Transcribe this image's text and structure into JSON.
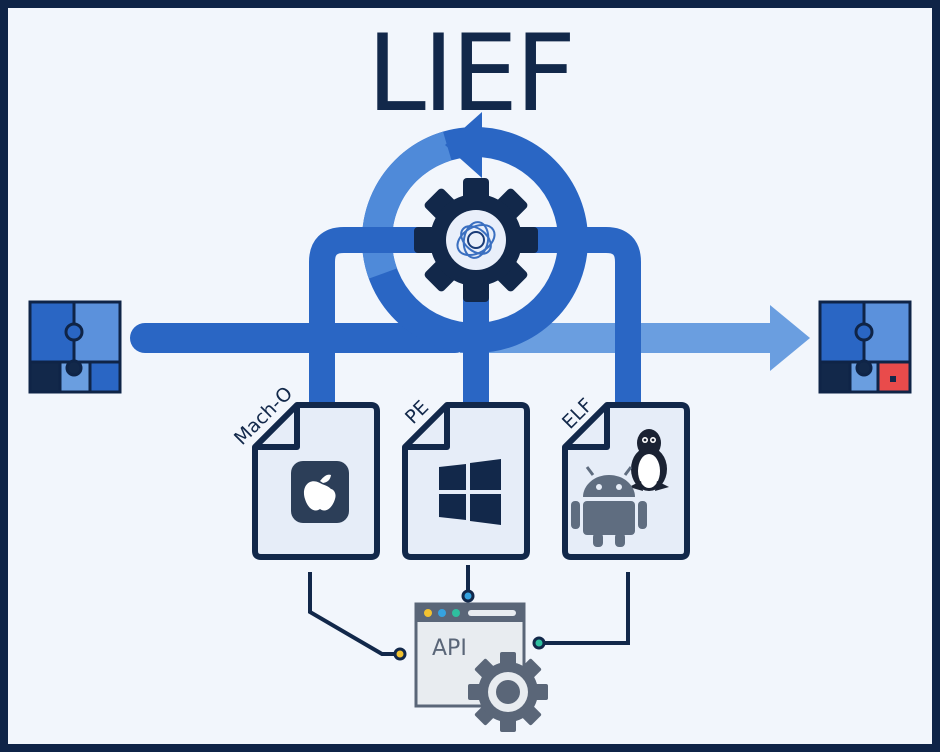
{
  "title": "LIEF",
  "formats": [
    {
      "label": "Mach-O",
      "platform": "apple-icon"
    },
    {
      "label": "PE",
      "platform": "windows-icon"
    },
    {
      "label": "ELF",
      "platform": "linux-android-icons"
    }
  ],
  "api": {
    "label": "API"
  },
  "colors": {
    "frame": "#0f2447",
    "background": "#f2f6fc",
    "blue": "#2a66c4",
    "blue_light": "#6a9ee0",
    "navy": "#12284a",
    "doc_fill": "#e6edf8",
    "accent_red": "#e94b4b",
    "dot_yellow": "#f2c230",
    "dot_blue": "#36a3e0",
    "dot_teal": "#2fbf9f"
  }
}
